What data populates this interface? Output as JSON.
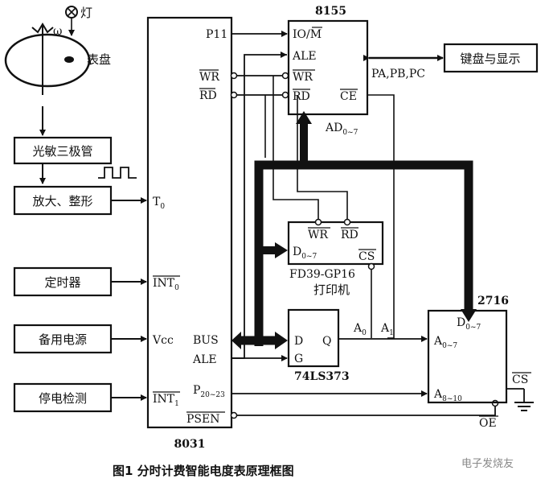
{
  "diagram": {
    "blocks": {
      "dial": "表盘",
      "lamp": "灯",
      "omega": "ω",
      "phototransistor": "光敏三极管",
      "amplify_shape": "放大、整形",
      "timer": "定时器",
      "backup_power": "备用电源",
      "power_fail_detect": "停电检测",
      "keyboard_display": "键盘与显示"
    },
    "chips": {
      "cpu": "8031",
      "io": "8155",
      "printer_line1": "FD39-GP16",
      "printer_line2": "打印机",
      "latch": "74LS373",
      "eprom": "2716"
    },
    "pins_8031": {
      "p11": "P11",
      "wr": "WR",
      "rd": "RD",
      "t0": "T",
      "t0_sub": "0",
      "int0": "INT",
      "int0_sub": "0",
      "vcc": "Vcc",
      "bus": "BUS",
      "ale": "ALE",
      "int1": "INT",
      "int1_sub": "1",
      "p2": "P",
      "p2_sub": "20~23",
      "psen": "PSEN"
    },
    "pins_8155": {
      "iom": "IO/M",
      "ale": "ALE",
      "wr": "WR",
      "rd": "RD",
      "ce": "CE",
      "ad": "AD",
      "ad_sub": "0~7",
      "ports": "PA,PB,PC"
    },
    "pins_printer": {
      "wr": "WR",
      "rd": "RD",
      "d": "D",
      "d_sub": "0~7",
      "cs": "CS"
    },
    "pins_latch": {
      "d": "D",
      "q": "Q",
      "g": "G",
      "a0": "A",
      "a0_sub": "0",
      "a1": "A",
      "a1_sub": "1"
    },
    "pins_2716": {
      "d": "D",
      "d_sub": "0~7",
      "a_lo": "A",
      "a_lo_sub": "0~7",
      "a_hi": "A",
      "a_hi_sub": "8~10",
      "cs": "CS",
      "oe": "OE"
    },
    "caption": "图1  分时计费智能电度表原理框图",
    "watermark": "电子发烧友"
  },
  "colors": {
    "line": "#111111",
    "background": "#ffffff"
  }
}
